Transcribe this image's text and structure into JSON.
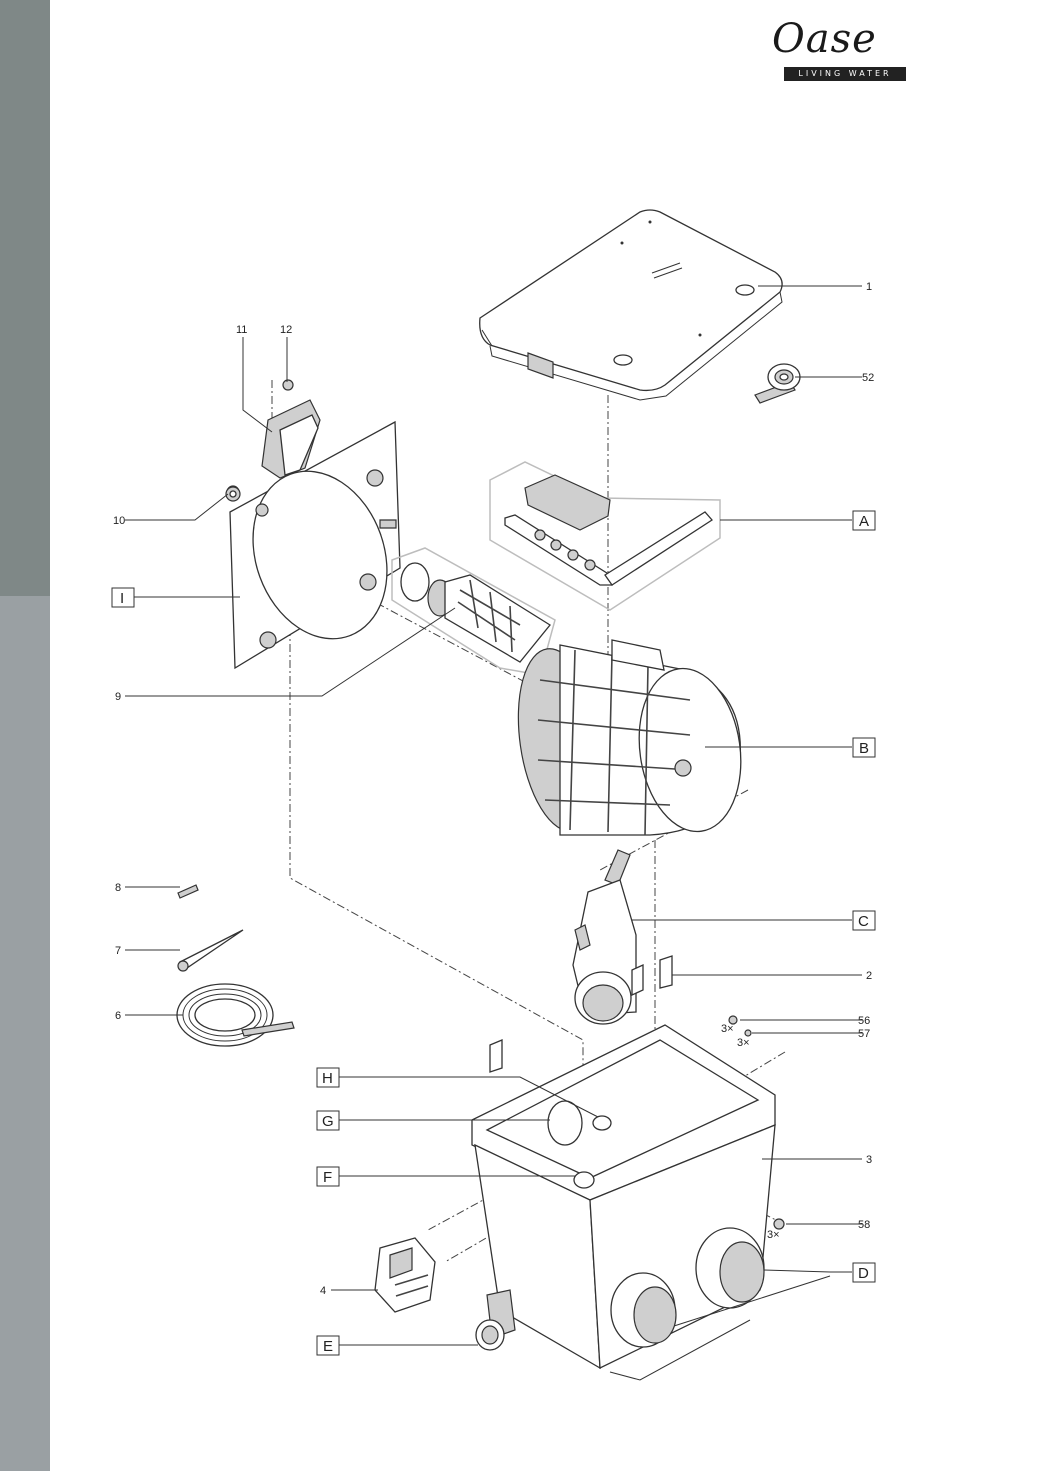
{
  "brand": {
    "name": "Oase",
    "tagline": "LIVING WATER"
  },
  "colors": {
    "sidebar_upper": "#7f8887",
    "sidebar_lower": "#9aa0a3",
    "line": "#333333"
  },
  "labels": {
    "n1": "1",
    "n2": "2",
    "n3": "3",
    "n4": "4",
    "n6": "6",
    "n7": "7",
    "n8": "8",
    "n9": "9",
    "n10": "10",
    "n11": "11",
    "n12": "12",
    "n52": "52",
    "n56": "56",
    "n57": "57",
    "n58": "58",
    "qty_56": "3×",
    "qty_57": "3×",
    "qty_58": "3×",
    "A": "A",
    "B": "B",
    "C": "C",
    "D": "D",
    "E": "E",
    "F": "F",
    "G": "G",
    "H": "H",
    "I": "I"
  }
}
